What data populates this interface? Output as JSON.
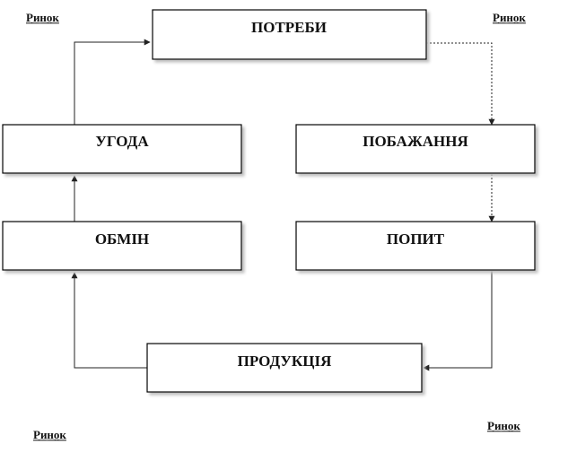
{
  "corners": {
    "top_left": "Ринок",
    "top_right": "Ринок",
    "bottom_left": "Ринок",
    "bottom_right": "Ринок"
  },
  "nodes": {
    "potreby": "ПОТРЕБИ",
    "pobazhannia": "ПОБАЖАННЯ",
    "popyt": "ПОПИТ",
    "produktsiia": "ПРОДУКЦІЯ",
    "obmin": "ОБМІН",
    "uhoda": "УГОДА"
  },
  "colors": {
    "line": "#222222",
    "box_border": "#000000",
    "box_shadow": "#bfbfbf"
  }
}
